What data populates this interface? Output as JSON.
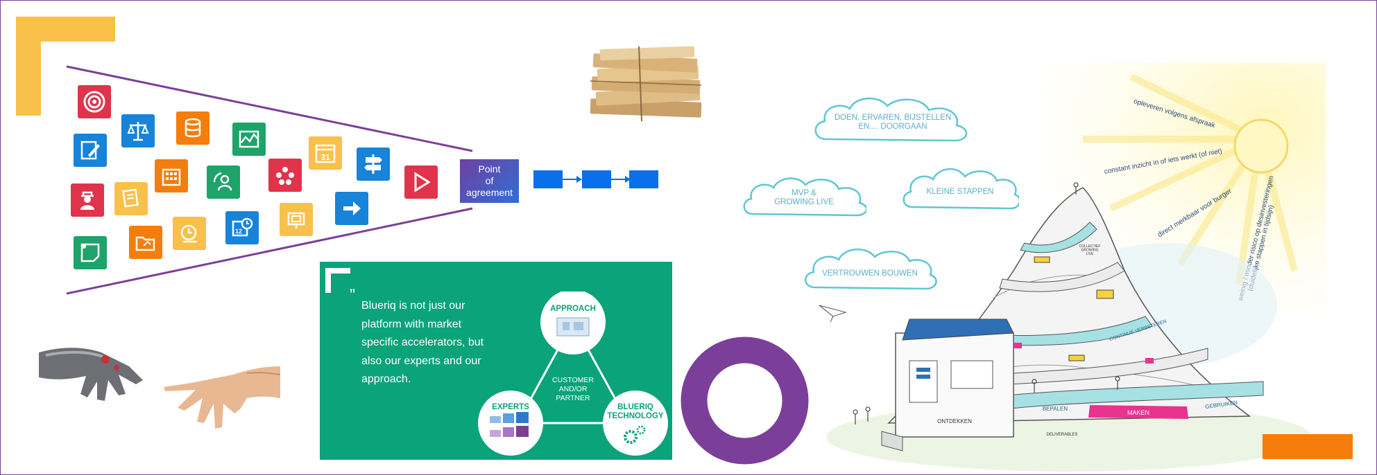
{
  "funnel": {
    "point_label": "Point\nof\nagreement"
  },
  "quote": {
    "mark": "”",
    "text": "Blueriq is not just our platform with market specific accelerators, but also our experts and our approach."
  },
  "triangle": {
    "approach": "APPROACH",
    "experts": "EXPERTS",
    "technology_line1": "BLUERIQ",
    "technology_line2": "TECHNOLOGY",
    "center_line1": "CUSTOMER",
    "center_line2": "AND/OR",
    "center_line3": "PARTNER"
  },
  "clouds": {
    "doen": "DOEN, ERVAREN, BIJSTELLEN\nEN.... DOORGAAN",
    "mvp": "MVP &\nGROWING LIVE",
    "kleine": "KLEINE STAPPEN",
    "vertrouwen": "VERTROUWEN BOUWEN"
  },
  "sun_rays": {
    "ray1": "opleveren volgens afspraak",
    "ray2": "constant inzicht in of iets werkt (of niet)",
    "ray3": "direct merkbaar voor burger",
    "ray4": "weinig / minder risico op desinvesteringen",
    "ray5": "(duidelijke stappen in tijdsijn)"
  },
  "mountain_labels": {
    "ontdekken": "ONTDEKKEN",
    "bepalen": "BEPALEN",
    "maken": "MAKEN",
    "gebruiken": "GEBRUIKEN",
    "continue": "CONTINUE VERBETEREN",
    "deliverables": "DELIVERABLES",
    "collectief": "COLLECTIEF\nGROWING\nLIVE"
  },
  "colors": {
    "purple": "#7b3f99",
    "yellow": "#f9c04a",
    "green": "#0aa37a",
    "blue": "#0a6fe8",
    "orange": "#f47d0c",
    "cloud": "#5ec7d0"
  }
}
